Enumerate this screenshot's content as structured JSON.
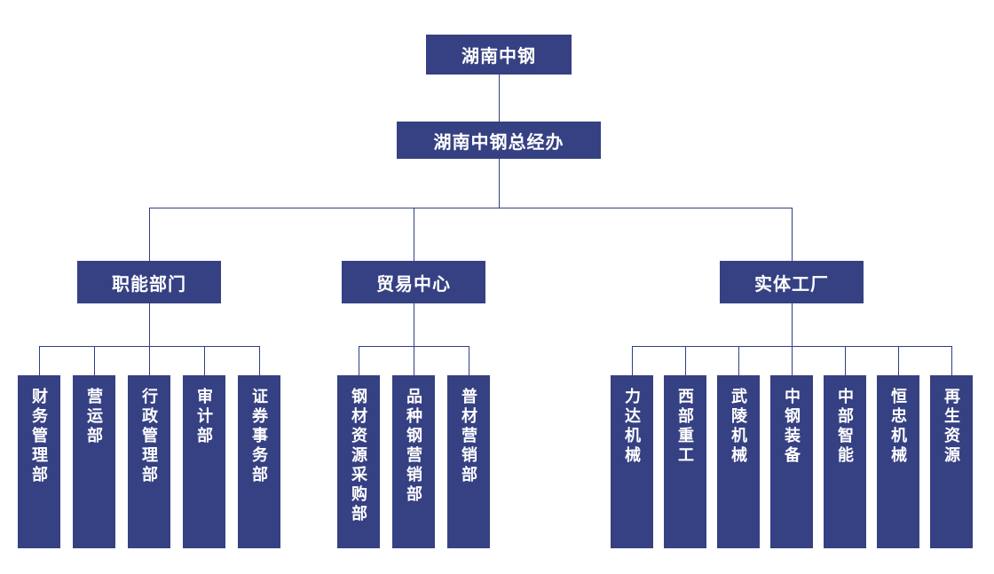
{
  "org": {
    "root": {
      "label": "湖南中钢"
    },
    "gm_office": {
      "label": "湖南中钢总经办"
    },
    "branches": [
      {
        "label": "职能部门",
        "children": [
          {
            "label": "财务管理部"
          },
          {
            "label": "营运部"
          },
          {
            "label": "行政管理部"
          },
          {
            "label": "审计部"
          },
          {
            "label": "证券事务部"
          }
        ]
      },
      {
        "label": "贸易中心",
        "children": [
          {
            "label": "钢材资源采购部"
          },
          {
            "label": "品种钢营销部"
          },
          {
            "label": "普材营销部"
          }
        ]
      },
      {
        "label": "实体工厂",
        "children": [
          {
            "label": "力达机械"
          },
          {
            "label": "西部重工"
          },
          {
            "label": "武陵机械"
          },
          {
            "label": "中钢装备"
          },
          {
            "label": "中部智能"
          },
          {
            "label": "恒忠机械"
          },
          {
            "label": "再生资源"
          }
        ]
      }
    ]
  },
  "colors": {
    "box_fill": "#364183",
    "connector_line": "#2f3f87",
    "text": "#ffffff",
    "background": "#ffffff"
  }
}
